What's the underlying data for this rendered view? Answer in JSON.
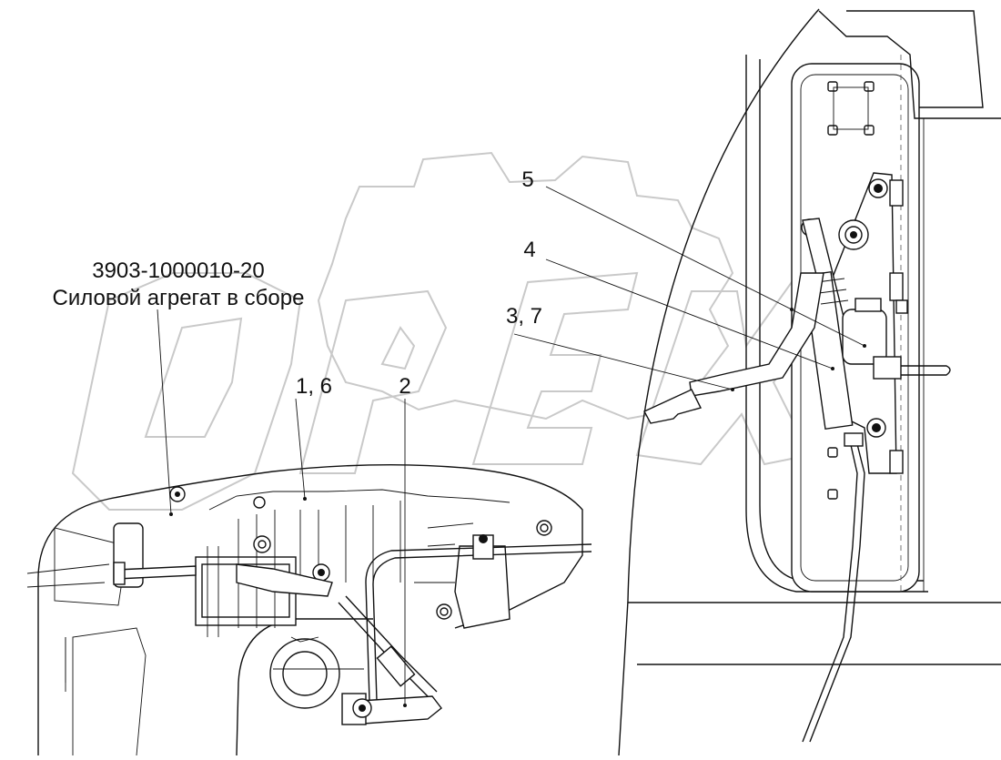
{
  "assembly": {
    "part_number": "3903-1000010-20",
    "description": "Силовой агрегат в сборе"
  },
  "callouts": [
    {
      "id": "callout-5",
      "label": "5"
    },
    {
      "id": "callout-4",
      "label": "4"
    },
    {
      "id": "callout-3-7",
      "label": "3, 7"
    },
    {
      "id": "callout-1-6",
      "label": "1, 6"
    },
    {
      "id": "callout-2",
      "label": "2"
    }
  ],
  "watermark": {
    "text": "OPEX",
    "color": "#c9c9c9"
  },
  "colors": {
    "line": "#111111",
    "background": "#ffffff"
  }
}
